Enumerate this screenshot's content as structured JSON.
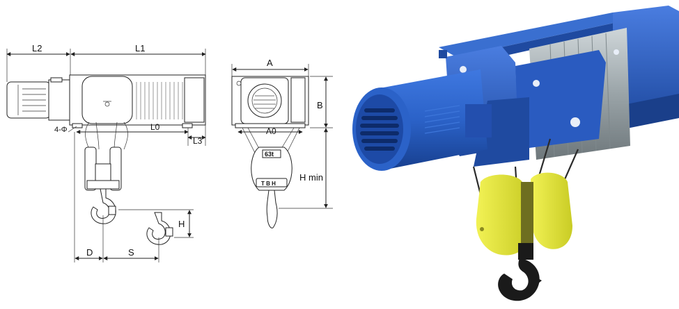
{
  "drawing": {
    "side_view_labels": {
      "L2": "L2",
      "L1": "L1",
      "L0": "L0",
      "L3": "L3",
      "phi": "4-Φ",
      "D": "D",
      "S": "S",
      "H": "H"
    },
    "end_view_labels": {
      "A": "A",
      "A0": "A0",
      "B": "B",
      "Hmin": "H min",
      "capacity": "63t",
      "plate": "T B H"
    }
  },
  "render": {
    "frame_color": "#2f5fb8",
    "hook_block_color": "#e4e53a",
    "hook_color": "#1a1a1a"
  }
}
